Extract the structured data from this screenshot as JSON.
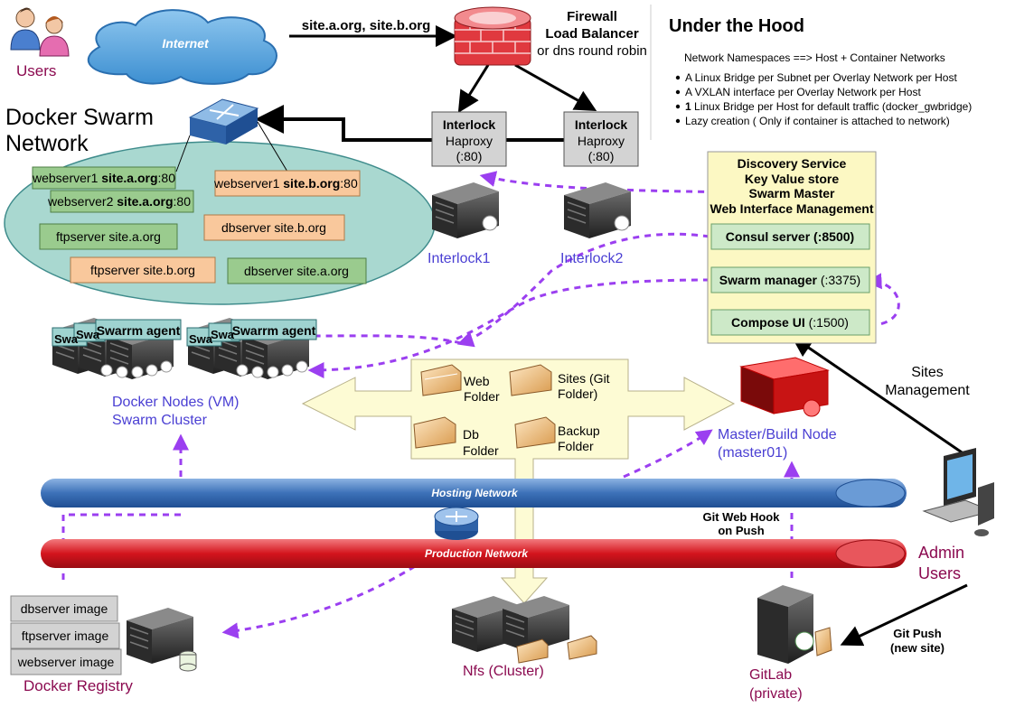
{
  "users": {
    "label": "Users"
  },
  "internet": {
    "label": "Internet",
    "sites_label": "site.a.org, site.b.org"
  },
  "firewall": {
    "line1": "Firewall",
    "line2": "Load Balancer",
    "line3": "or dns round robin"
  },
  "under_hood": {
    "title": "Under the Hood",
    "subtitle": "Network Namespaces ==> Host + Container Networks",
    "bullets": [
      "A Linux Bridge per Subnet per Overlay Network per Host",
      "A VXLAN interface per Overlay Network per Host",
      "1 Linux Bridge per Host for default traffic (docker_gwbridge)",
      "Lazy creation ( Only if container is attached to network)"
    ],
    "bullet3_bold": "1",
    "bullet3_rest": " Linux Bridge per Host for default traffic (docker_gwbridge)"
  },
  "swarm": {
    "title_line1": "Docker Swarm",
    "title_line2": "Network",
    "containers": {
      "ws1a_pre": "webserver1 ",
      "ws1a_bold": "site.a.org",
      "ws1a_post": ":80",
      "ws2a_pre": "webserver2 ",
      "ws2a_bold": "site.a.org",
      "ws2a_post": ":80",
      "ws1b_pre": "webserver1 ",
      "ws1b_bold": "site.b.org",
      "ws1b_post": ":80",
      "db_b": "dbserver site.b.org",
      "ftp_a": "ftpserver site.a.org",
      "ftp_b": "ftpserver site.b.org",
      "db_a": "dbserver site.a.org"
    }
  },
  "interlock": {
    "box1": {
      "title": "Interlock",
      "line2": "Haproxy",
      "line3": "(:80)"
    },
    "box2": {
      "title": "Interlock",
      "line2": "Haproxy",
      "line3": "(:80)"
    },
    "label1": "Interlock1",
    "label2": "Interlock2"
  },
  "discovery": {
    "line1": "Discovery Service",
    "line2": "Key Value store",
    "line3": "Swarm Master",
    "line4": "Web Interface Management",
    "consul": "Consul server (:8500)",
    "manager_bold": "Swarm manager",
    "manager_rest": " (:3375)",
    "compose_bold": "Compose UI",
    "compose_rest": " (:1500)"
  },
  "agents": {
    "label": "Swarrm agent",
    "short1": "Swa",
    "short2": "Swa"
  },
  "nodes": {
    "line1": "Docker Nodes (VM)",
    "line2": "Swarm Cluster"
  },
  "folders": {
    "web_1": "Web",
    "web_2": "Folder",
    "sites_1": "Sites (Git",
    "sites_2": "Folder)",
    "db_1": "Db",
    "db_2": "Folder",
    "backup_1": "Backup",
    "backup_2": "Folder"
  },
  "master": {
    "line1": "Master/Build Node",
    "line2": "(master01)"
  },
  "sites_mgmt": {
    "line1": "Sites",
    "line2": "Management"
  },
  "networks": {
    "hosting": "Hosting Network",
    "production": "Production Network"
  },
  "git_hook": {
    "line1": "Git Web Hook",
    "line2": "on Push"
  },
  "admin": {
    "line1": "Admin",
    "line2": "Users"
  },
  "git_push": {
    "line1": "Git Push",
    "line2": "(new site)"
  },
  "registry": {
    "images": [
      "dbserver image",
      "ftpserver image",
      "webserver image"
    ],
    "label": "Docker Registry"
  },
  "nfs": {
    "label": "Nfs (Cluster)"
  },
  "gitlab": {
    "line1": "GitLab",
    "line2": "(private)"
  },
  "colors": {
    "link_blue": "#4a3fd3",
    "magenta": "#8b0a50",
    "dashed_purple": "#9b3ff0",
    "discovery_bg": "#fcf8c3",
    "consul_bg": "#cde9c8",
    "container_green": "#9acb8e",
    "container_orange": "#f9c89c",
    "ellipse": "#a9d8d0",
    "hosting_net": "#3d71b8",
    "production_net": "#d4141d"
  },
  "icons": [
    "users-icon",
    "cloud-icon",
    "firewall-icon",
    "switch-icon",
    "server-icon",
    "router-icon",
    "workstation-icon",
    "folder-icon",
    "database-icon"
  ]
}
